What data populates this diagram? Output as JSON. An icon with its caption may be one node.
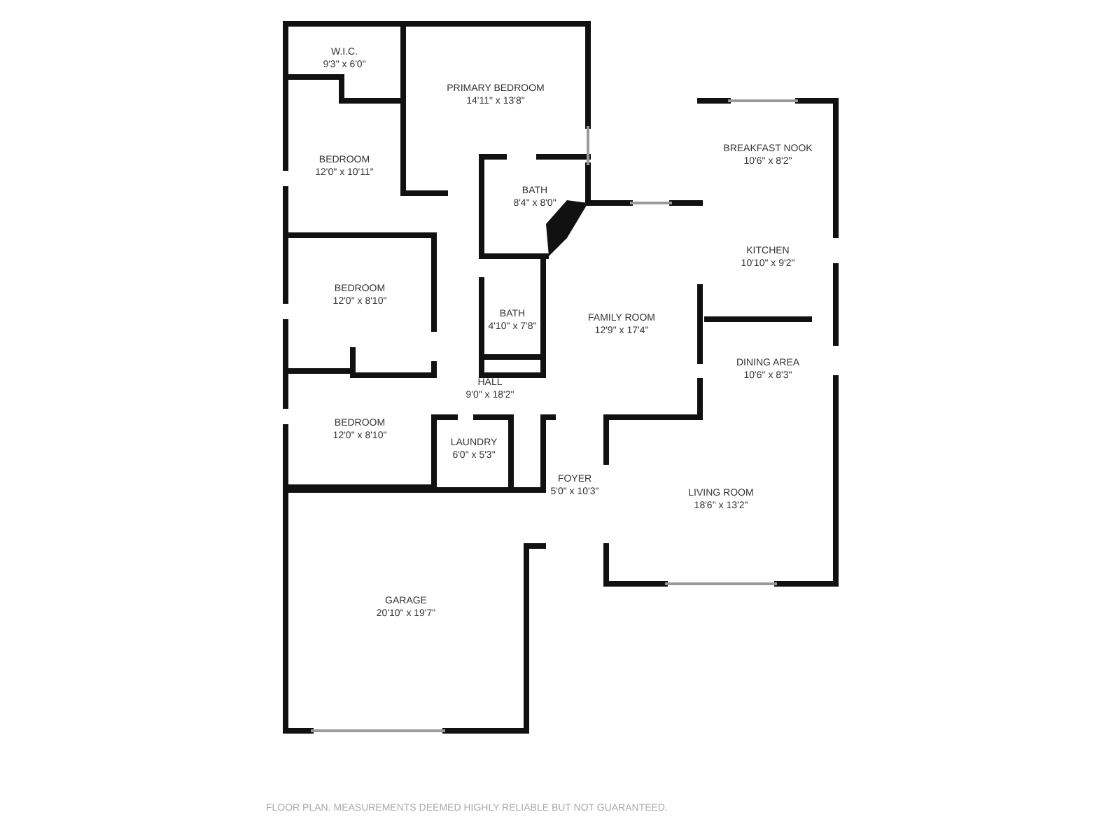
{
  "diagram": {
    "caption": "FLOOR PLAN. MEASUREMENTS DEEMED HIGHLY RELIABLE BUT NOT GUARANTEED.",
    "nodes": [
      {
        "text": [
          "W.I.C.",
          "9'3\" x 6'0\""
        ]
      },
      {
        "text": [
          "PRIMARY BEDROOM",
          "14'11\" x 13'8\""
        ]
      },
      {
        "text": [
          "BREAKFAST NOOK",
          "10'6\" x 8'2\""
        ]
      },
      {
        "text": [
          "BEDROOM",
          "12'0\" x 10'11\""
        ]
      },
      {
        "text": [
          "BATH",
          "8'4\" x 8'0\""
        ]
      },
      {
        "text": [
          "KITCHEN",
          "10'10\" x 9'2\""
        ]
      },
      {
        "text": [
          "BEDROOM",
          "12'0\" x 8'10\""
        ]
      },
      {
        "text": [
          "FAMILY ROOM",
          "12'9\" x 17'4\""
        ]
      },
      {
        "text": [
          "BATH",
          "4'10\" x 7'8\""
        ]
      },
      {
        "text": [
          "DINING AREA",
          "10'6\" x 8'3\""
        ]
      },
      {
        "text": [
          "HALL",
          "9'0\" x 18'2\""
        ]
      },
      {
        "text": [
          "BEDROOM",
          "12'0\" x 8'10\""
        ]
      },
      {
        "text": [
          "LAUNDRY",
          "6'0\" x 5'3\""
        ]
      },
      {
        "text": [
          "FOYER",
          "5'0\" x 10'3\""
        ]
      },
      {
        "text": [
          "LIVING ROOM",
          "18'6\" x 13'2\""
        ]
      },
      {
        "text": [
          "GARAGE",
          "20'10\" x 19'7\""
        ]
      }
    ]
  }
}
